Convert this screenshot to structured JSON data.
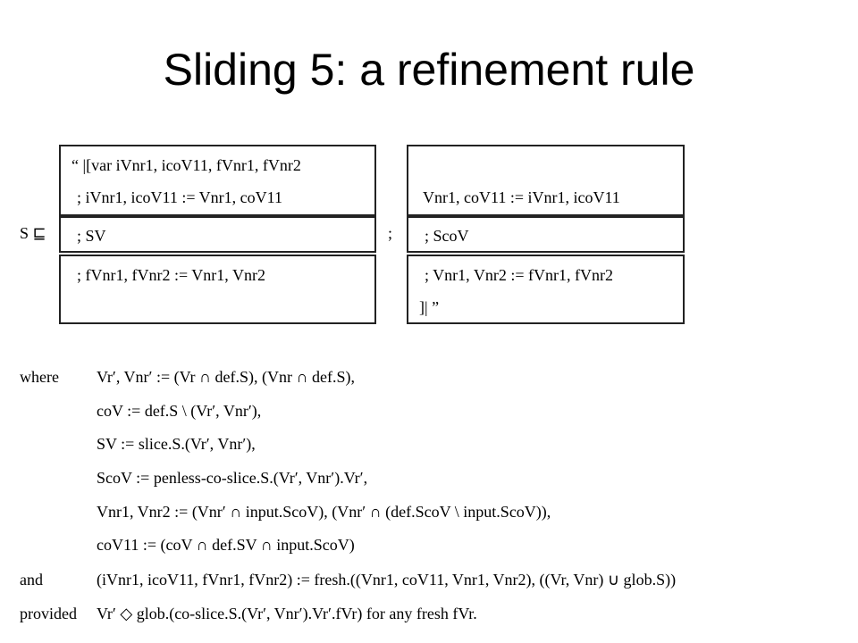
{
  "title": "Sliding 5: a refinement rule",
  "rule": {
    "lhs": "S ⊑",
    "separator": ";",
    "left": {
      "top_line1": "“ |[var iVnr1, icoV11, fVnr1, fVnr2",
      "top_line2": "; iVnr1, icoV11 := Vnr1, coV11",
      "middle": "; SV",
      "bottom": "; fVnr1, fVnr2 := Vnr1, Vnr2"
    },
    "right": {
      "top": "Vnr1, coV11 := iVnr1, icoV11",
      "middle": "; ScoV",
      "bottom_line1": "; Vnr1, Vnr2 := fVnr1, fVnr2",
      "bottom_line2": "]| ”"
    }
  },
  "conditions": {
    "where_label": "where",
    "and_label": "and",
    "provided_label": "provided",
    "where_lines": [
      "Vr′, Vnr′ := (Vr ∩ def.S), (Vnr ∩ def.S),",
      "coV := def.S \\ (Vr′, Vnr′),",
      "SV := slice.S.(Vr′, Vnr′),",
      "ScoV := penless-co-slice.S.(Vr′, Vnr′).Vr′,",
      "Vnr1, Vnr2 := (Vnr′ ∩ input.ScoV), (Vnr′ ∩ (def.ScoV \\ input.ScoV)),",
      "coV11 := (coV ∩ def.SV ∩ input.ScoV)"
    ],
    "and_line": "(iVnr1, icoV11, fVnr1, fVnr2) := fresh.((Vnr1, coV11, Vnr1, Vnr2), ((Vr, Vnr) ∪ glob.S))",
    "provided_line": "Vr′ ◇ glob.(co-slice.S.(Vr′, Vnr′).Vr′.fVr) for any fresh fVr."
  }
}
